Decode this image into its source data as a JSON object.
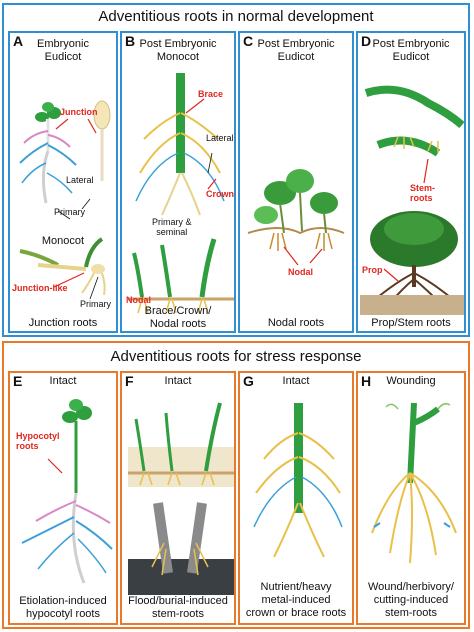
{
  "colors": {
    "normal_border": "#2f8fd0",
    "stress_border": "#e8792a",
    "label_red": "#e0271f",
    "stem_green": "#2e9e3e",
    "root_yellow": "#e8c14a",
    "root_blue": "#3aa0d8",
    "root_pink": "#d888c6",
    "root_brown": "#8a5a30"
  },
  "top_section": {
    "title": "Adventitious roots in normal development",
    "panels": [
      {
        "letter": "A",
        "heading": "Embryonic\nEudicot",
        "labels": {
          "junction": "Junction",
          "lateral": "Lateral",
          "primary": "Primary",
          "monocot": "Monocot",
          "junction_like": "Junction-like",
          "primary2": "Primary"
        },
        "caption": "Junction roots"
      },
      {
        "letter": "B",
        "heading": "Post Embryonic\nMonocot",
        "labels": {
          "brace": "Brace",
          "lateral": "Lateral",
          "crown": "Crown",
          "primary_seminal": "Primary &\nseminal",
          "nodal": "Nodal"
        },
        "caption": "Brace/Crown/\nNodal roots"
      },
      {
        "letter": "C",
        "heading": "Post Embryonic\nEudicot",
        "labels": {
          "nodal": "Nodal"
        },
        "caption": "Nodal roots"
      },
      {
        "letter": "D",
        "heading": "Post Embryonic\nEudicot",
        "labels": {
          "stem_roots": "Stem-\nroots",
          "prop": "Prop"
        },
        "caption": "Prop/Stem roots"
      }
    ]
  },
  "bottom_section": {
    "title": "Adventitious roots for stress response",
    "panels": [
      {
        "letter": "E",
        "heading": "Intact",
        "labels": {
          "hypocotyl": "Hypocotyl\nroots"
        },
        "caption": "Etiolation-induced\nhypocotyl roots"
      },
      {
        "letter": "F",
        "heading": "Intact",
        "labels": {},
        "caption": "Flood/burial-induced\nstem-roots"
      },
      {
        "letter": "G",
        "heading": "Intact",
        "labels": {},
        "caption": "Nutrient/heavy\nmetal-induced\ncrown or brace roots"
      },
      {
        "letter": "H",
        "heading": "Wounding",
        "labels": {},
        "caption": "Wound/herbivory/\ncutting-induced\nstem-roots"
      }
    ]
  }
}
